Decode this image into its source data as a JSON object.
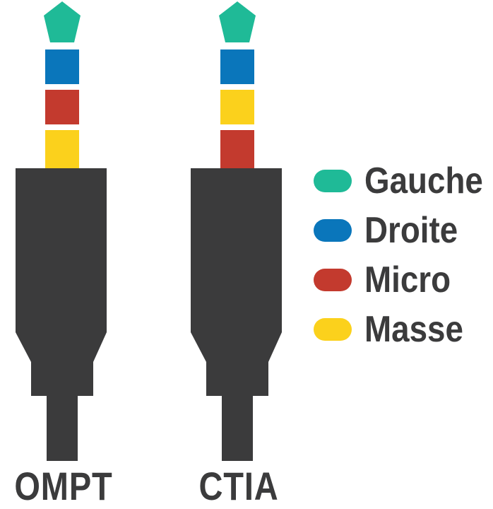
{
  "colors": {
    "gauche": "#1fba97",
    "droite": "#0a76bb",
    "micro": "#c33a2e",
    "masse": "#fbd11c",
    "plug_body": "#3b3b3c",
    "text": "#3b3b3c"
  },
  "plugs": [
    {
      "name": "OMPT",
      "rings": [
        "gauche",
        "droite",
        "micro",
        "masse"
      ]
    },
    {
      "name": "CTIA",
      "rings": [
        "gauche",
        "droite",
        "masse",
        "micro"
      ]
    }
  ],
  "legend": [
    {
      "key": "gauche",
      "label": "Gauche"
    },
    {
      "key": "droite",
      "label": "Droite"
    },
    {
      "key": "micro",
      "label": "Micro"
    },
    {
      "key": "masse",
      "label": "Masse"
    }
  ]
}
